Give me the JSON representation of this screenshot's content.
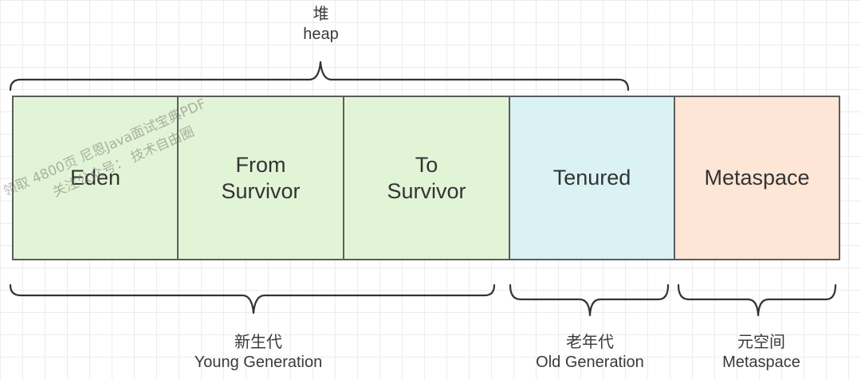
{
  "colors": {
    "young": "#e2f4d6",
    "old": "#daf2f3",
    "metaspace": "#fde6d6",
    "border": "#5c5c5c"
  },
  "heap": {
    "cn": "堆",
    "en": "heap"
  },
  "blocks": {
    "eden": "Eden",
    "from": "From\nSurvivor",
    "to": "To\nSurvivor",
    "tenured": "Tenured",
    "metaspace": "Metaspace"
  },
  "young": {
    "cn": "新生代",
    "en": "Young Generation"
  },
  "old": {
    "cn": "老年代",
    "en": "Old Generation"
  },
  "meta": {
    "cn": "元空间",
    "en": "Metaspace"
  },
  "watermark": {
    "line1": "领取 4800页 尼恩Java面试宝典PDF",
    "line2": "关注公众号： 技术自由圈"
  }
}
